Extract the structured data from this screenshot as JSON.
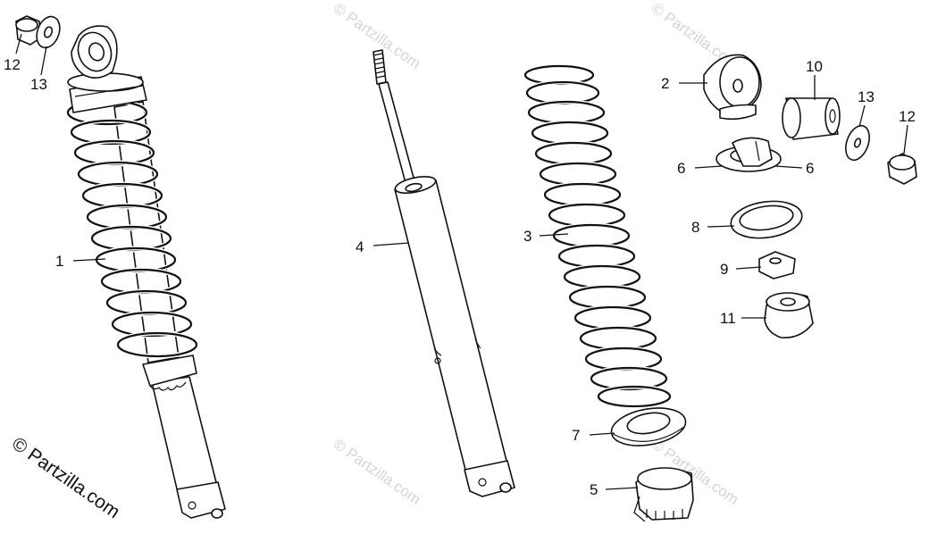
{
  "watermark": {
    "text": "© Partzilla.com",
    "copyright_text": "© Partzilla.com"
  },
  "callouts": [
    {
      "id": "c1",
      "number": "1"
    },
    {
      "id": "c2",
      "number": "2"
    },
    {
      "id": "c3",
      "number": "3"
    },
    {
      "id": "c4",
      "number": "4"
    },
    {
      "id": "c5",
      "number": "5"
    },
    {
      "id": "c6a",
      "number": "6"
    },
    {
      "id": "c6b",
      "number": "6"
    },
    {
      "id": "c7",
      "number": "7"
    },
    {
      "id": "c8",
      "number": "8"
    },
    {
      "id": "c9",
      "number": "9"
    },
    {
      "id": "c10",
      "number": "10"
    },
    {
      "id": "c11",
      "number": "11"
    },
    {
      "id": "c12a",
      "number": "12"
    },
    {
      "id": "c12b",
      "number": "12"
    },
    {
      "id": "c13a",
      "number": "13"
    },
    {
      "id": "c13b",
      "number": "13"
    }
  ]
}
